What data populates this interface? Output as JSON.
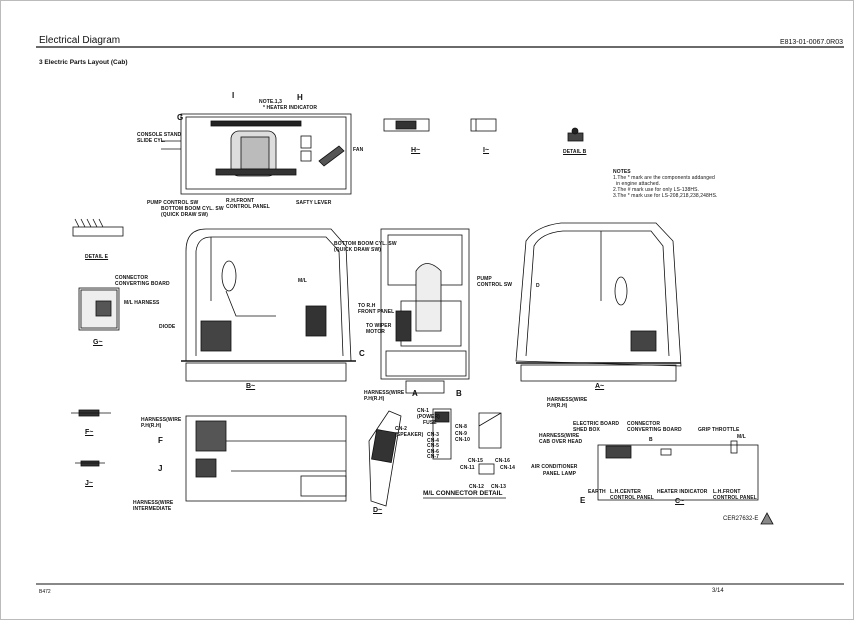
{
  "header": {
    "title": "Electrical Diagram",
    "doc_code": "E813-01-0067.0R03",
    "section": "3 Electric Parts Layout (Cab)"
  },
  "top_view": {
    "marker_i": "I",
    "marker_h": "H",
    "marker_g": "G",
    "note": "NOTE.1,3",
    "heater": "* HEATER INDICATOR",
    "console": "CONSOLE STAND\nSLIDE CYL.",
    "fan": "FAN",
    "pump": "PUMP CONTROL SW",
    "bottom_boom": "BOTTOM BOOM CYL. SW\n(QUICK DRAW SW)",
    "rh_front": "R.H.FRONT\nCONTROL PANEL",
    "safty": "SAFTY LEVER"
  },
  "views": {
    "h": "H~",
    "i": "I~",
    "detail_b": "DETAIL B",
    "detail_e": "DETAIL E",
    "g": "G~",
    "b": "B~",
    "a": "A~",
    "f": "F~",
    "j": "J~",
    "d": "D~",
    "c": "C~"
  },
  "notes": {
    "title": "NOTES",
    "n1": "1.The * mark are the components addanged\n  in engine attached.",
    "n2": "2.The # mark use for only LS-138HS.",
    "n3": "3.The * mark use for LS-208,218,238,248HS."
  },
  "g_view": {
    "connector": "CONNECTOR\nCONVERTING BOARD",
    "ml": "M/L HARNESS"
  },
  "side_view": {
    "diode": "DIODE",
    "ml": "M/L",
    "c": "C"
  },
  "front_view": {
    "bottom_boom": "BOTTOM BOOM CYL. SW\n(QUICK DRAW SW)",
    "pump": "PUMP\nCONTROL SW",
    "rh_front": "TO R.H\nFRONT PANEL",
    "wiper": "TO WIPER\nMOTOR",
    "harness": "HARNESS(WIRE\nP.H(R.H)",
    "a": "A",
    "b": "B"
  },
  "rear_view": {
    "d": "D",
    "harness": "HARNESS(WIRE\nP.H(R.H)"
  },
  "floor_view": {
    "harness_ph": "HARNESS(WIRE\nP.H(R.H)",
    "f": "F",
    "j": "J",
    "harness_int": "HARNESS(WIRE\nINTERMEDIATE"
  },
  "ml_connector": {
    "cn1": "CN-1\n(POWER)",
    "fuse": "FUSE",
    "cn2": "CN-2\n(SPEAKER)",
    "cn3_7": "CN-3\nCN-4\nCN-5\nCN-6\nCN-7",
    "cn8": "CN-8",
    "cn9": "CN-9",
    "cn10": "CN-10",
    "cn15": "CN-15",
    "cn16": "CN-16",
    "cn11": "CN-11",
    "cn14": "CN-14",
    "cn12": "CN-12",
    "cn13": "CN-13",
    "title": "M/L CONNECTOR DETAIL"
  },
  "c_view": {
    "electric_board": "ELECTRIC BOARD\nSHED BOX",
    "connector": "CONNECTOR\nCONVERTING BOARD",
    "harness": "HARNESS(WIRE\nCAB OVER HEAD",
    "grip": "GRIP THROTTLE",
    "ml": "M/L",
    "aircon": "AIR CONDITIONER",
    "lamp": "PANEL LAMP",
    "earth": "EARTH",
    "e": "E",
    "lh_center": "L.H.CENTER\nCONTROL PANEL",
    "heater": "HEATER INDICATOR",
    "lh_front": "L.H.FRONT\nCONTROL PANEL",
    "b": "B"
  },
  "figure_code": "CER27632-E",
  "footer": {
    "left": "B472",
    "page": "3/14"
  }
}
